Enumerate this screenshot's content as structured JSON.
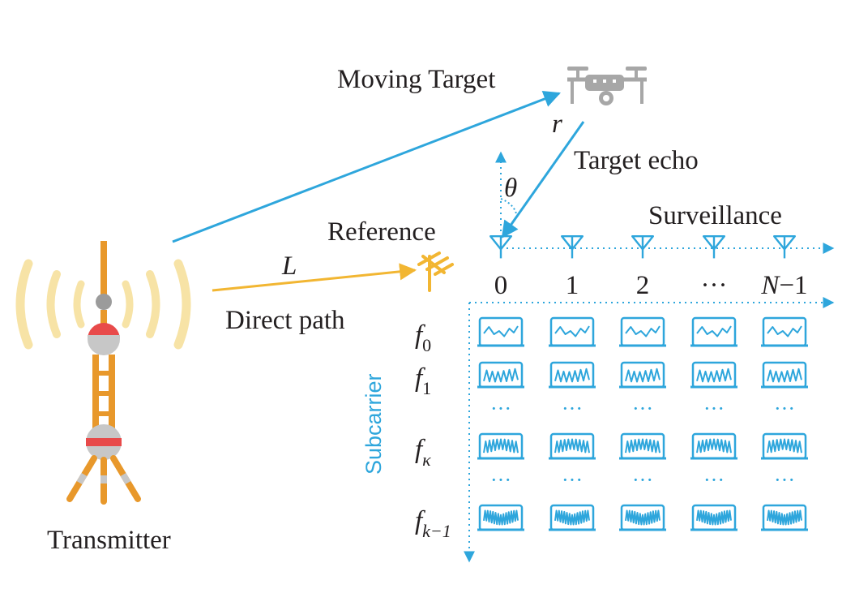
{
  "labels": {
    "moving_target": "Moving Target",
    "r": "r",
    "target_echo": "Target echo",
    "theta": "θ",
    "surveillance": "Surveillance",
    "reference": "Reference",
    "L": "L",
    "direct_path": "Direct path",
    "transmitter": "Transmitter",
    "subcarrier": "Subcarrier"
  },
  "antenna_indices": [
    "0",
    "1",
    "2",
    "···",
    "N−1"
  ],
  "subcarrier_rows": [
    {
      "base": "f",
      "sub": "0"
    },
    {
      "base": "f",
      "sub": "1"
    },
    {
      "base": "f",
      "sub": "κ"
    },
    {
      "base": "f",
      "sub": "k−1"
    }
  ],
  "ellipsis": "···",
  "colors": {
    "blue": "#2ea6dc",
    "gold": "#f2b632",
    "orange": "#e8982b",
    "red": "#e84a4a",
    "gray": "#9b9b9b",
    "wave": "#f7e3a6"
  }
}
